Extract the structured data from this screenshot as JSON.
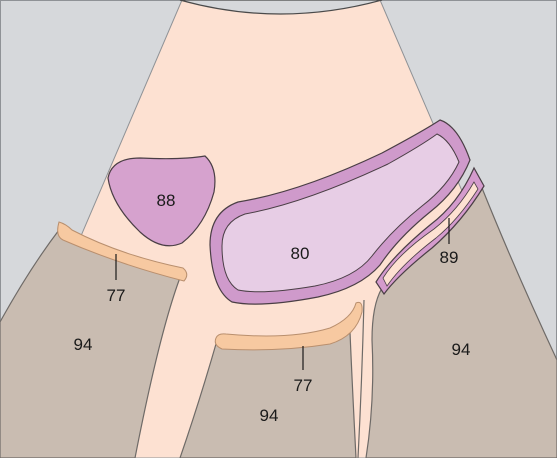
{
  "diagram": {
    "labels": {
      "structure_88": "88",
      "structure_80": "80",
      "structure_89": "89",
      "structure_77_left": "77",
      "structure_77_center": "77",
      "region_94_left": "94",
      "region_94_center": "94",
      "region_94_right": "94"
    },
    "colors": {
      "background": "#d6d8db",
      "frame_border": "#8f9296",
      "sector_fill": "#fde1d2",
      "bone_fill": "#c9bcb1",
      "bone_stroke": "#6e6a67",
      "mass_88_fill": "#d6a2ce",
      "organ_80_fill": "#e7cde5",
      "organ_80_wall": "#cf9acb",
      "structure_89_fill": "#d49bcd",
      "band_77_fill": "#f7c9a1",
      "band_77_stroke": "#b98f6e",
      "outline": "#4a3e45"
    }
  }
}
